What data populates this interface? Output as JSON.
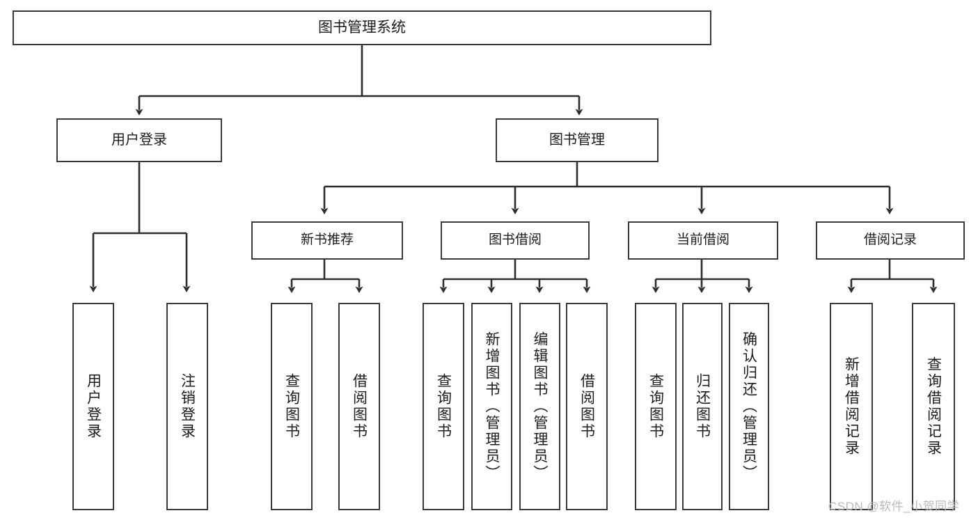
{
  "diagram": {
    "type": "hierarchy-tree",
    "title": "图书管理系统",
    "root": {
      "label": "图书管理系统"
    },
    "level1": [
      {
        "label": "用户登录"
      },
      {
        "label": "图书管理"
      }
    ],
    "level2": [
      {
        "label": "新书推荐"
      },
      {
        "label": "图书借阅"
      },
      {
        "label": "当前借阅"
      },
      {
        "label": "借阅记录"
      }
    ],
    "leaves": {
      "user_login": [
        {
          "label": "用户登录"
        },
        {
          "label": "注销登录"
        }
      ],
      "new_book_recommend": [
        {
          "label": "查询图书"
        },
        {
          "label": "借阅图书"
        }
      ],
      "book_borrow": [
        {
          "label": "查询图书"
        },
        {
          "label": "新增图书（管理员）"
        },
        {
          "label": "编辑图书（管理员）"
        },
        {
          "label": "借阅图书"
        }
      ],
      "current_borrow": [
        {
          "label": "查询图书"
        },
        {
          "label": "归还图书"
        },
        {
          "label": "确认归还（管理员）"
        }
      ],
      "borrow_record": [
        {
          "label": "新增借阅记录"
        },
        {
          "label": "查询借阅记录"
        }
      ]
    }
  },
  "watermark": {
    "text": "CSDN @软件_小贺同学"
  },
  "colors": {
    "stroke": "#3a3a3a",
    "fill": "#ffffff",
    "text": "#1b1b1b",
    "watermark": "#b9b9b9"
  }
}
